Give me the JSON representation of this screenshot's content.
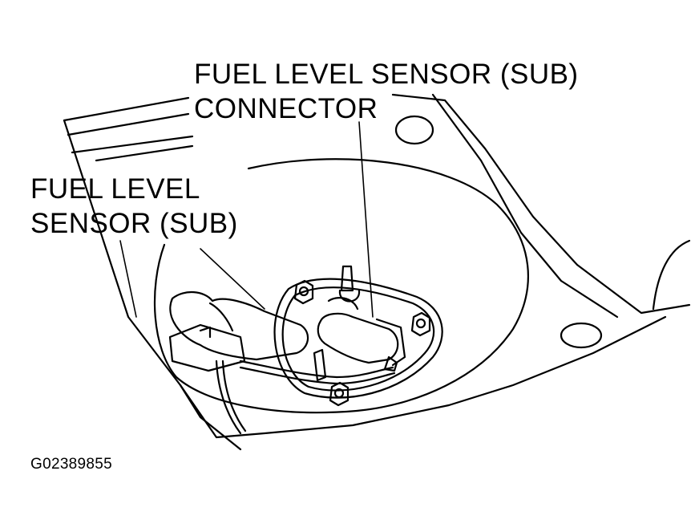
{
  "callouts": {
    "connector_line1": "FUEL LEVEL SENSOR (SUB)",
    "connector_line2": "CONNECTOR",
    "sensor_line1": "FUEL LEVEL",
    "sensor_line2": "SENSOR (SUB)"
  },
  "figure_code": "G02389855",
  "colors": {
    "ink": "#000000",
    "paper": "#ffffff"
  }
}
